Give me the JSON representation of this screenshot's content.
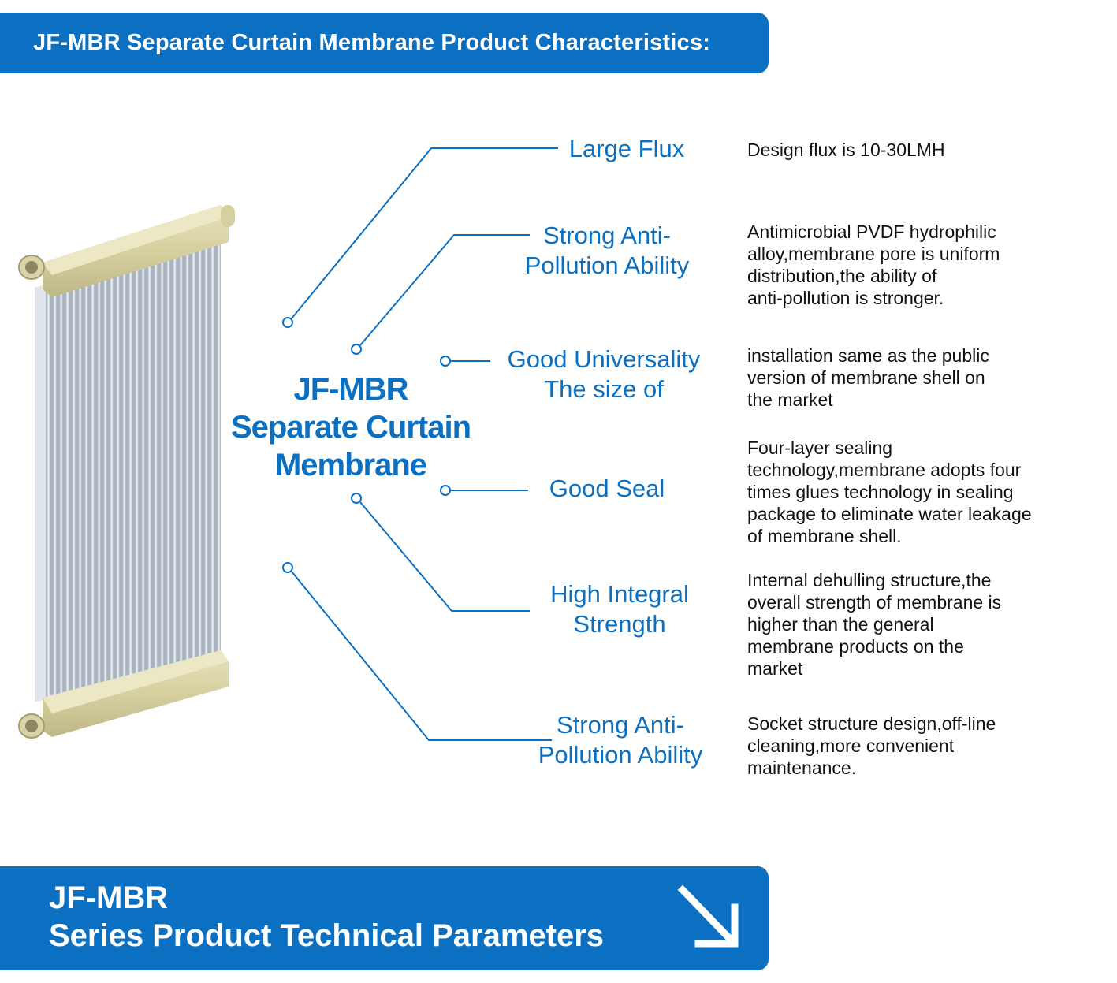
{
  "header": {
    "title": "JF-MBR Separate Curtain Membrane  Product Characteristics:"
  },
  "center": {
    "line1": "JF-MBR",
    "line2": "Separate Curtain",
    "line3": "Membrane"
  },
  "features": [
    {
      "name_lines": [
        "Large Flux"
      ],
      "desc_lines": [
        "Design flux is 10-30LMH"
      ]
    },
    {
      "name_lines": [
        "Strong Anti-",
        "Pollution Ability"
      ],
      "desc_lines": [
        "Antimicrobial PVDF hydrophilic",
        "alloy,membrane pore is uniform",
        "distribution,the ability of",
        "anti-pollution is stronger."
      ]
    },
    {
      "name_lines": [
        "Good Universality",
        "The size of"
      ],
      "desc_lines": [
        "installation same as the public",
        "version of membrane shell on",
        "the market"
      ]
    },
    {
      "name_lines": [
        "Good Seal"
      ],
      "desc_lines": [
        "Four-layer sealing",
        "technology,membrane adopts four",
        "times glues technology in sealing",
        "package to eliminate water leakage",
        "of membrane shell."
      ]
    },
    {
      "name_lines": [
        "High Integral",
        "Strength"
      ],
      "desc_lines": [
        "Internal dehulling structure,the",
        "overall strength of membrane is",
        "higher than the general",
        "membrane products on the",
        "market"
      ]
    },
    {
      "name_lines": [
        "Strong Anti-",
        "Pollution Ability"
      ],
      "desc_lines": [
        "Socket structure design,off-line",
        "cleaning,more convenient",
        "maintenance."
      ]
    }
  ],
  "footer": {
    "line1": "JF-MBR",
    "line2": "Series Product Technical Parameters",
    "icon": "arrow-down-right-icon"
  },
  "colors": {
    "brand_blue": "#0b70c1",
    "frame_beige": "#d8d2a4",
    "fiber_grey": "#c9d3de"
  }
}
